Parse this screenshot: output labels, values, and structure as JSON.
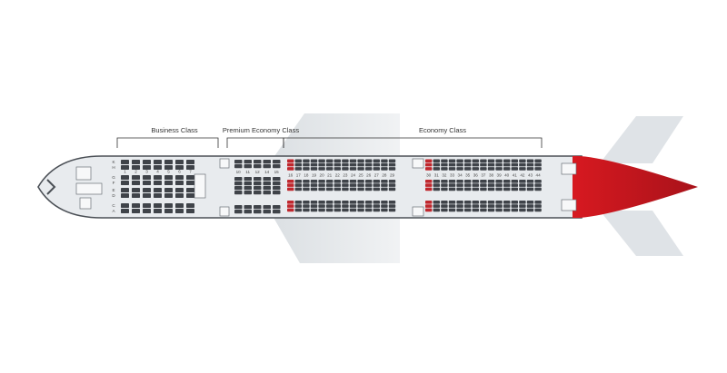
{
  "cabins": [
    {
      "label": "Business Class"
    },
    {
      "label": "Premium Economy Class"
    },
    {
      "label": "Economy Class"
    }
  ],
  "business": {
    "row_numbers": [
      "1",
      "2",
      "3",
      "4",
      "5",
      "6",
      "7"
    ],
    "seat_letters_left": [
      "K",
      "H"
    ],
    "seat_letters_center": [
      "G",
      "F",
      "E",
      "D"
    ],
    "seat_letters_right": [
      "C",
      "A"
    ]
  },
  "premium": {
    "row_numbers": [
      "10",
      "11",
      "12",
      "14",
      "15"
    ]
  },
  "economy": {
    "section1_rows": [
      "16",
      "17",
      "18",
      "19",
      "20",
      "21",
      "22",
      "23",
      "24",
      "25",
      "26",
      "27",
      "28",
      "29"
    ],
    "section2_rows": [
      "30",
      "31",
      "32",
      "33",
      "34",
      "35",
      "36",
      "37",
      "38",
      "39",
      "40",
      "41",
      "42",
      "43",
      "44"
    ]
  },
  "colors": {
    "fuselage": "#e8ebee",
    "fuselage_outline": "#4a4f55",
    "seat_gray": "#3f4349",
    "seat_red": "#c0272d",
    "tail_red": "#d71920",
    "wing": "#cfd5dc",
    "bracket": "#333333"
  }
}
